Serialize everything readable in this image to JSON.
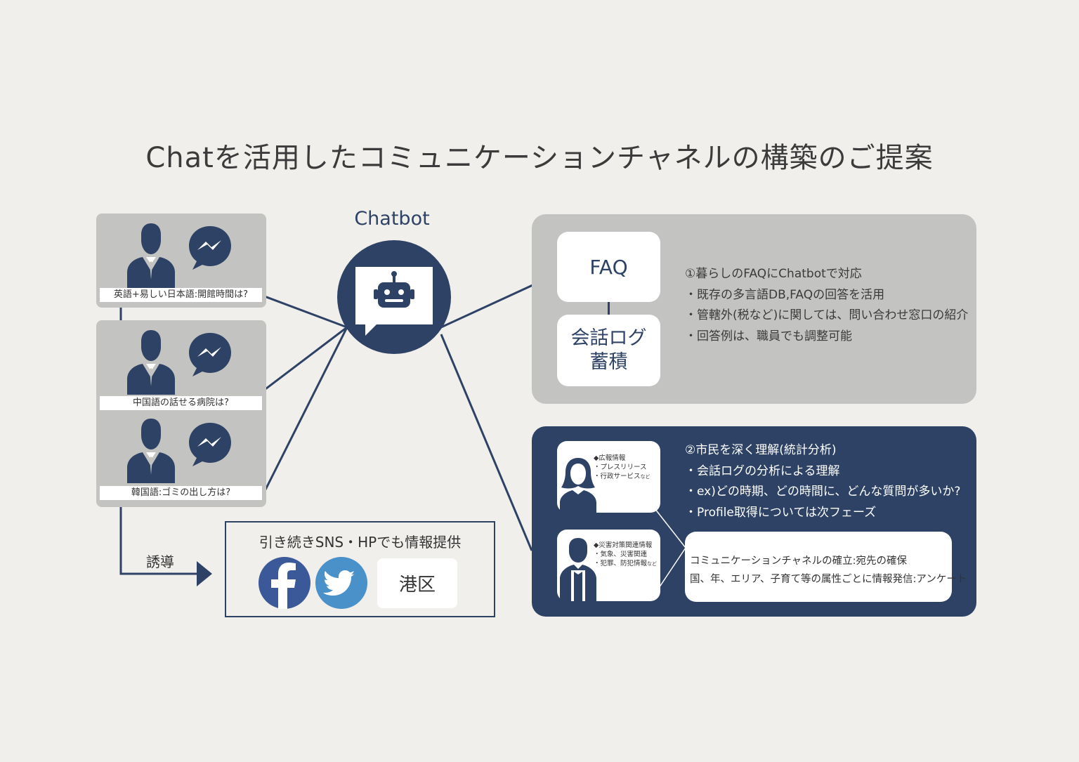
{
  "title": "Chatを活用したコミュニケーションチャネルの構築のご提案",
  "users": [
    {
      "caption": "英語+易しい日本語:開館時間は?"
    },
    {
      "caption": "中国語の話せる病院は?"
    },
    {
      "caption": "韓国語:ゴミの出し方は?"
    }
  ],
  "chatbot": {
    "label": "Chatbot"
  },
  "faq_panel": {
    "faq_box": "FAQ",
    "log_box_line1": "会話ログ",
    "log_box_line2": "蓄積",
    "lines": [
      "①暮らしのFAQにChatbotで対応",
      "・既存の多言語DB,FAQの回答を活用",
      "・管轄外(税など)に関しては、問い合わせ窓口の紹介",
      "・回答例は、職員でも調整可能"
    ]
  },
  "analysis_panel": {
    "lines": [
      "②市民を深く理解(統計分析)",
      "・会話ログの分析による理解",
      "・ex)どの時期、どの時間に、どんな質問が多いか?",
      "・Profile取得については次フェーズ"
    ],
    "profile1": {
      "title": "◆広報情報",
      "item1": "・プレスリリース",
      "item2": "・行政サービス",
      "item2_suffix": "など"
    },
    "profile2": {
      "title": "◆災害対策関連情報",
      "item1": "・気象、災害関連",
      "item2": "・犯罪、防犯情報",
      "item2_suffix": "など"
    },
    "channel_line1": "コミュニケーションチャネルの確立:宛先の確保",
    "channel_line2": "国、年、エリア、子育て等の属性ごとに情報発信:アンケート"
  },
  "sns": {
    "title": "引き続きSNS・HPでも情報提供",
    "minato": "港区"
  },
  "guide_label": "誘導",
  "colors": {
    "navy": "#2e4266",
    "gray_panel": "#c3c3c1",
    "background": "#f1efec",
    "facebook": "#3b5998",
    "twitter": "#4a90c9"
  }
}
